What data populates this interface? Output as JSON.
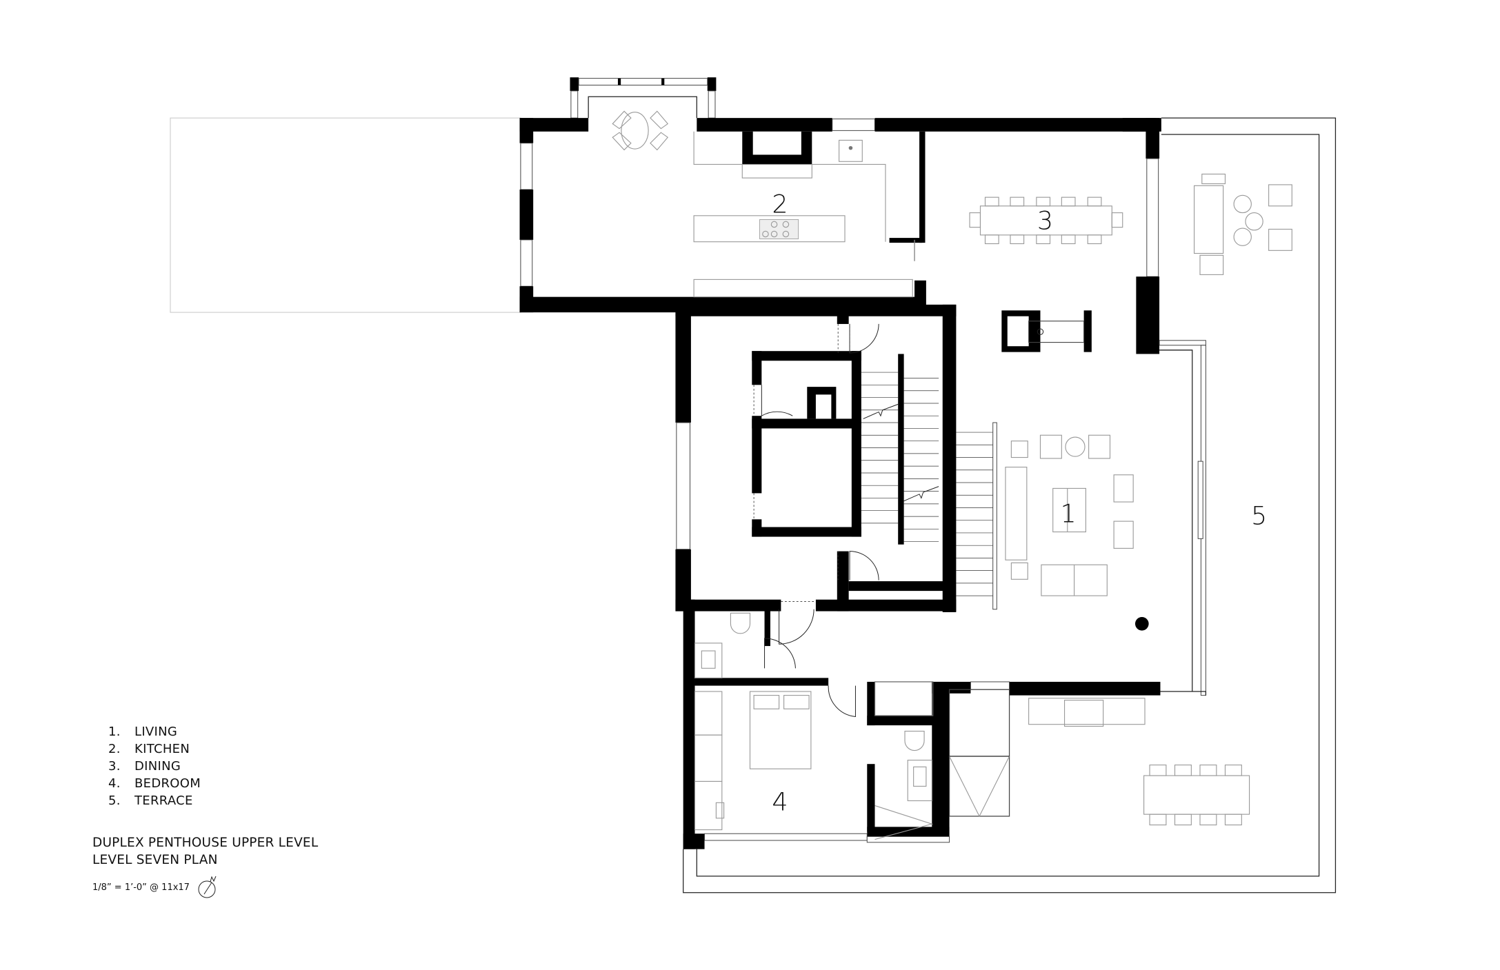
{
  "rooms": [
    {
      "number": "1",
      "name": "LIVING"
    },
    {
      "number": "2",
      "name": "KITCHEN"
    },
    {
      "number": "3",
      "name": "DINING"
    },
    {
      "number": "4",
      "name": "BEDROOM"
    },
    {
      "number": "5",
      "name": "TERRACE"
    }
  ],
  "legend": {
    "items": [
      {
        "num": "1.",
        "label": "LIVING"
      },
      {
        "num": "2.",
        "label": "KITCHEN"
      },
      {
        "num": "3.",
        "label": "DINING"
      },
      {
        "num": "4.",
        "label": "BEDROOM"
      },
      {
        "num": "5.",
        "label": "TERRACE"
      }
    ]
  },
  "title": {
    "line1": "DUPLEX PENTHOUSE UPPER LEVEL",
    "line2": "LEVEL SEVEN PLAN",
    "scale": "1/8” = 1’-0” @ 11x17",
    "north_label": "N"
  },
  "colors": {
    "wall": "#000000",
    "linework": "#222222",
    "furniture": "#999999",
    "background": "#ffffff"
  }
}
